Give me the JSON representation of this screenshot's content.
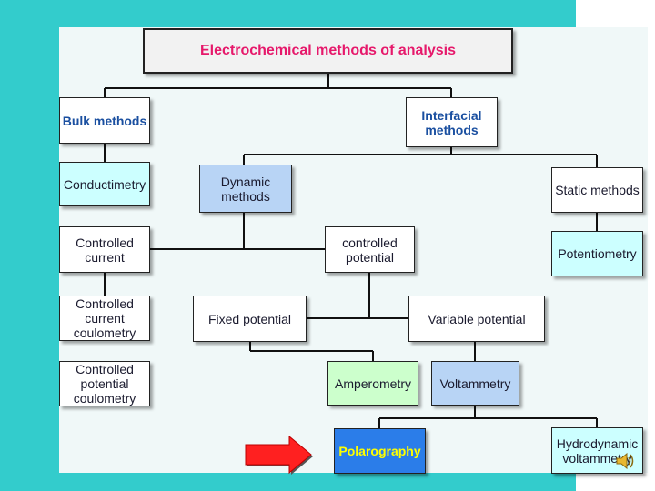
{
  "title": "Electrochemical methods of analysis",
  "nodes": {
    "bulk": "Bulk methods",
    "interfacial": "Interfacial methods",
    "conductimetry": "Conductimetry",
    "dynamic": "Dynamic methods",
    "static": "Static methods",
    "controlled_current": "Controlled current",
    "controlled_potential": "controlled potential",
    "potentiometry": "Potentiometry",
    "cc_coulometry": "Controlled current coulometry",
    "fixed_potential": "Fixed potential",
    "variable_potential": "Variable potential",
    "cp_coulometry": "Controlled potential coulometry",
    "amperometry": "Amperometry",
    "voltammetry": "Voltammetry",
    "polarography": "Polarography",
    "hydrodynamic": "Hydrodynamic voltammetry"
  },
  "colors": {
    "frame": "#33cccc",
    "title_text": "#e6196b",
    "cyan_box": "#ccffff",
    "light_blue_box": "#b8d4f5",
    "mint_box": "#ccffcc",
    "highlight_box": "#2b7de9",
    "highlight_text": "#ffff00",
    "arrow": "#ff2020"
  },
  "icons": {
    "pointer": "red-arrow-icon",
    "audio": "speaker-icon"
  }
}
